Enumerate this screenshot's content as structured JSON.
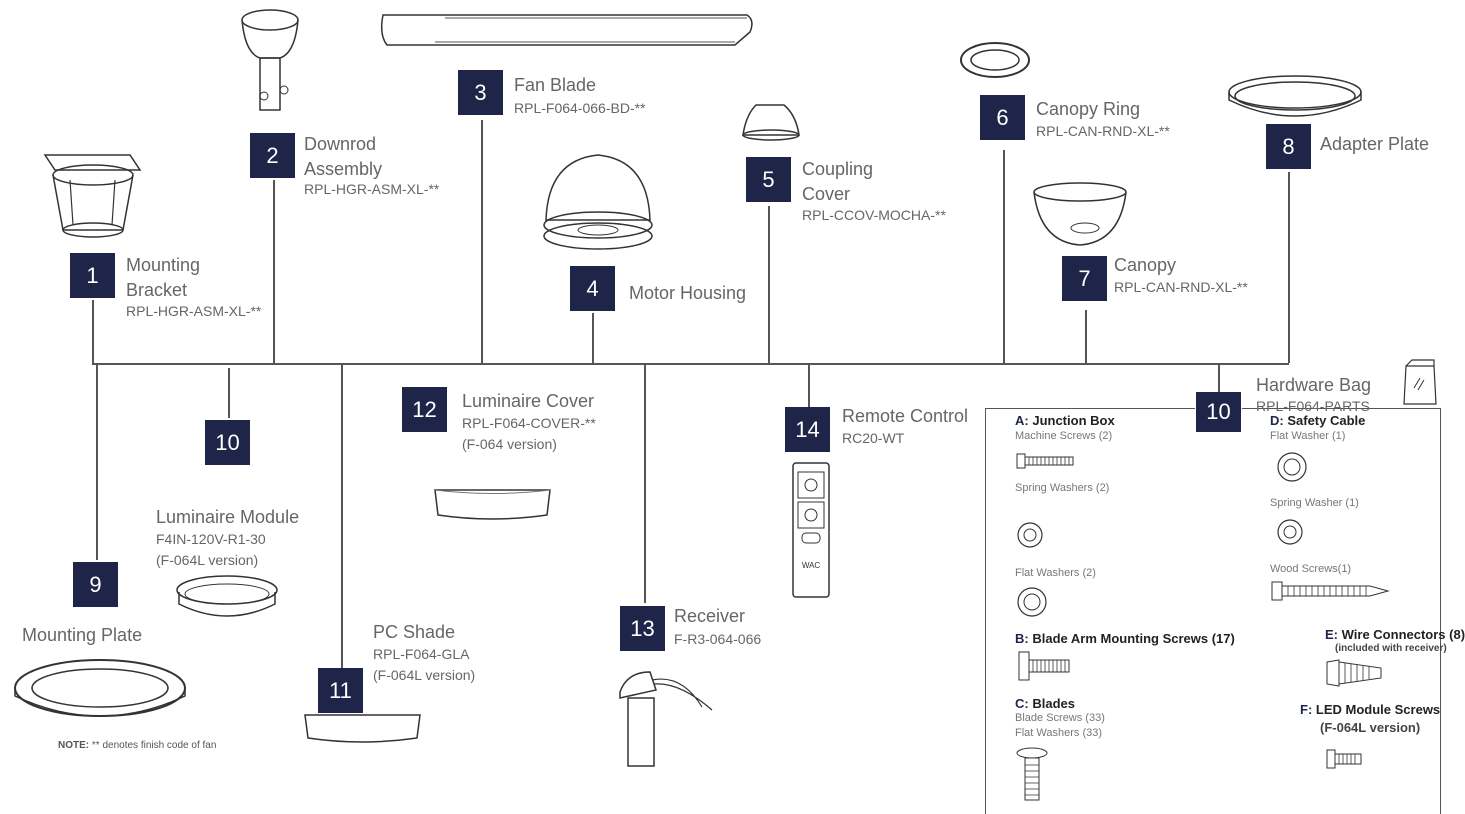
{
  "parts": [
    {
      "num": "1",
      "title": [
        "Mounting",
        "Bracket"
      ],
      "code": "RPL-HGR-ASM-XL-**"
    },
    {
      "num": "2",
      "title": [
        "Downrod",
        "Assembly"
      ],
      "code": "RPL-HGR-ASM-XL-**"
    },
    {
      "num": "3",
      "title": [
        "Fan Blade"
      ],
      "code": "RPL-F064-066-BD-**"
    },
    {
      "num": "4",
      "title": [
        "Motor Housing"
      ],
      "code": ""
    },
    {
      "num": "5",
      "title": [
        "Coupling",
        "Cover"
      ],
      "code": "RPL-CCOV-MOCHA-**"
    },
    {
      "num": "6",
      "title": [
        "Canopy Ring"
      ],
      "code": "RPL-CAN-RND-XL-**"
    },
    {
      "num": "7",
      "title": [
        "Canopy"
      ],
      "code": "RPL-CAN-RND-XL-**"
    },
    {
      "num": "8",
      "title": [
        "Adapter Plate"
      ],
      "code": ""
    },
    {
      "num": "9",
      "title": [
        "Mounting Plate"
      ],
      "code": ""
    },
    {
      "num": "10",
      "title": [
        "Luminaire Module"
      ],
      "code": "F4IN-120V-R1-30",
      "note": "(F-064L version)"
    },
    {
      "num": "11",
      "title": [
        "PC Shade"
      ],
      "code": "RPL-F064-GLA",
      "note": "(F-064L version)"
    },
    {
      "num": "12",
      "title": [
        "Luminaire Cover"
      ],
      "code": "RPL-F064-COVER-**",
      "note": "(F-064 version)"
    },
    {
      "num": "13",
      "title": [
        "Receiver"
      ],
      "code": "F-R3-064-066"
    },
    {
      "num": "14",
      "title": [
        "Remote Control"
      ],
      "code": "RC20-WT"
    },
    {
      "num": "10",
      "title": [
        "Hardware Bag"
      ],
      "code": "RPL-F064-PARTS"
    }
  ],
  "hardware": {
    "a_letter": "A:",
    "a_title": "Junction Box",
    "a_items": [
      "Machine Screws (2)",
      "Spring Washers (2)",
      "Flat Washers (2)"
    ],
    "b_letter": "B:",
    "b_title": "Blade Arm Mounting Screws (17)",
    "c_letter": "C:",
    "c_title": "Blades",
    "c_items": [
      "Blade Screws (33)",
      "Flat Washers (33)"
    ],
    "d_letter": "D:",
    "d_title": "Safety Cable",
    "d_items": [
      "Flat Washer (1)",
      "Spring Washer (1)",
      "Wood Screws(1)"
    ],
    "e_letter": "E:",
    "e_title": "Wire Connectors (8)",
    "e_sub": "(included with receiver)",
    "f_letter": "F:",
    "f_title": "LED Module Screws",
    "f_sub": "(F-064L version)"
  },
  "note": {
    "label": "NOTE:",
    "text": " ** denotes finish code of fan"
  },
  "remote": {
    "brand": "WAC"
  }
}
